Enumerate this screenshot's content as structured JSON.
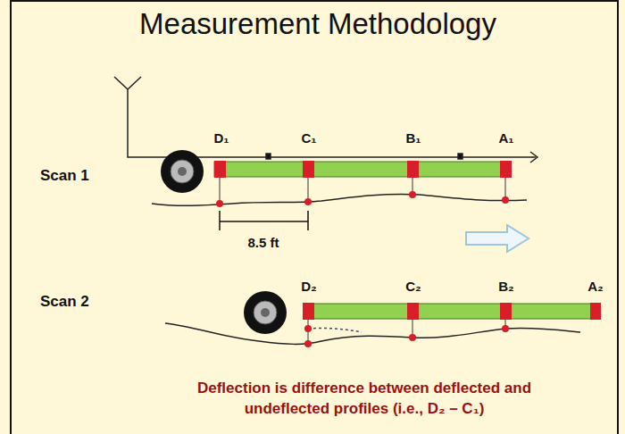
{
  "diagram": {
    "title": "Measurement Methodology",
    "caption": "Deflection is difference between deflected and undeflected profiles (i.e., D₂ – C₁)",
    "labels": [
      "D₁",
      "C₁",
      "B₁",
      "A₁",
      "Scan 1",
      "8.5 ft",
      "D₂",
      "C₂",
      "B₂",
      "A₂",
      "Scan 2"
    ]
  }
}
